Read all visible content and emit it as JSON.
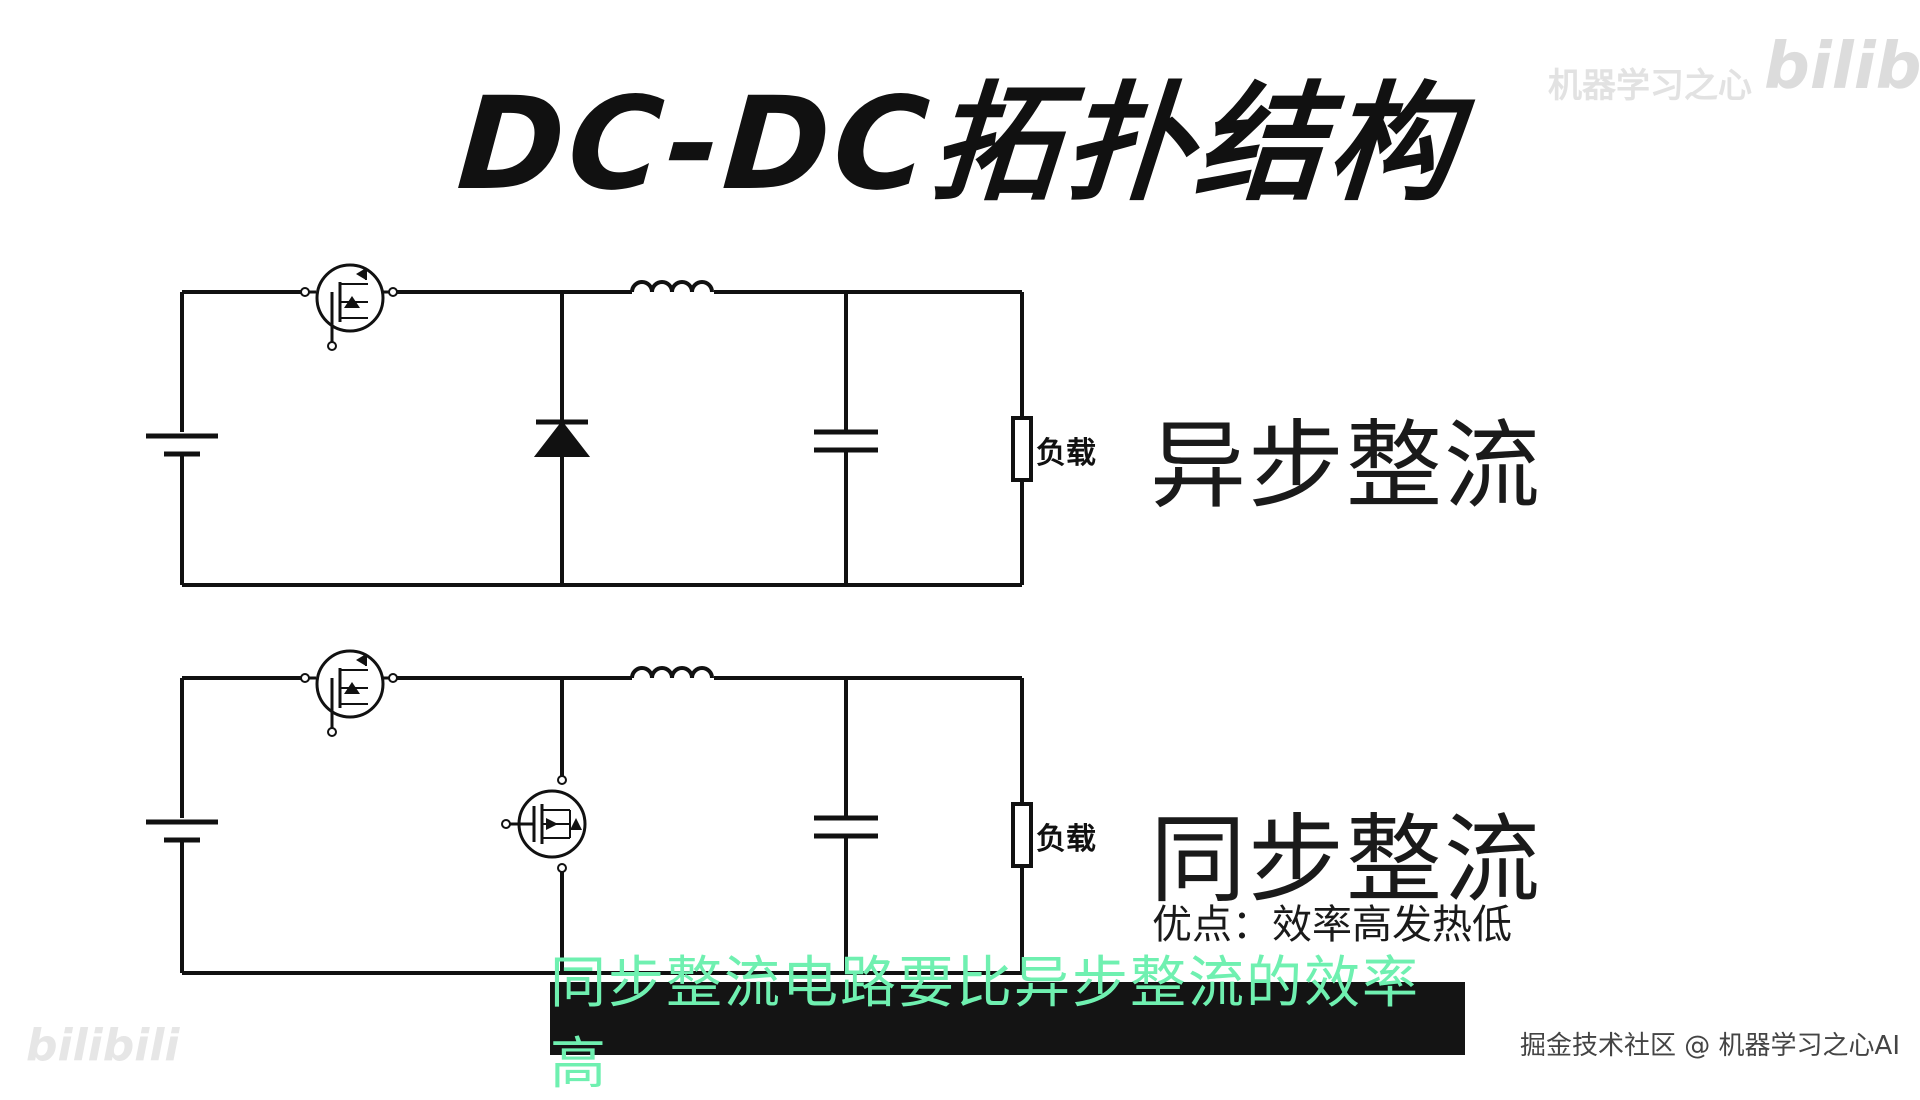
{
  "title": "DC-DC拓扑结构",
  "circuit_top": {
    "label": "异步整流",
    "load_label": "负载"
  },
  "circuit_bottom": {
    "label": "同步整流",
    "load_label": "负载",
    "advantage": "优点：效率高发热低"
  },
  "subtitle": "同步整流电路要比异步整流的效率高",
  "watermark": "掘金技术社区 @ 机器学习之心AI",
  "logo_top": "bilibili",
  "logo_bottom": "bilibili",
  "watermark_top": "机器学习之心"
}
